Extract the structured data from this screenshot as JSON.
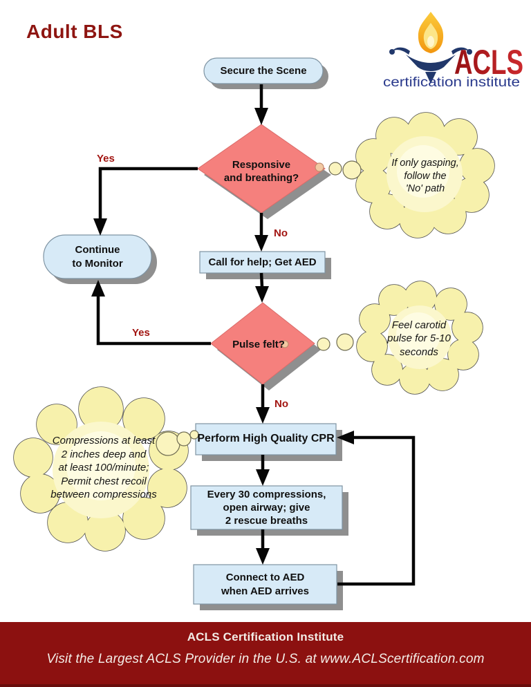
{
  "title": "Adult BLS",
  "logo": {
    "wordmark": "ACLS",
    "subtitle": "certification institute"
  },
  "nodes": {
    "secure_scene": "Secure the Scene",
    "responsive_breathing": "Responsive\nand breathing?",
    "continue_monitor": "Continue\nto Monitor",
    "call_for_help": "Call for help; Get AED",
    "pulse_felt": "Pulse felt?",
    "perform_cpr": "Perform High Quality CPR",
    "every_30": "Every 30 compressions,\nopen airway; give\n2 rescue breaths",
    "connect_aed": "Connect to AED\nwhen AED arrives"
  },
  "edge_labels": {
    "yes_responsive": "Yes",
    "no_responsive": "No",
    "yes_pulse": "Yes",
    "no_pulse": "No"
  },
  "thought_bubbles": {
    "gasping": "If only gasping,\nfollow the\n'No' path",
    "carotid": "Feel carotid\npulse for 5-10\nseconds",
    "compressions": "Compressions at least\n2 inches deep and\nat least 100/minute;\nPermit chest recoil\nbetween compressions"
  },
  "footer": {
    "line1": "ACLS Certification Institute",
    "line2": "Visit the Largest ACLS Provider in the U.S. at www.ACLScertification.com"
  },
  "colors": {
    "title_red": "#8E1511",
    "edge_label_red": "#A21511",
    "process_blue": "#D7EAF7",
    "decision_salmon": "#F5807D",
    "cloud_yellow": "#F7F1AC",
    "footer_maroon": "#8C1110",
    "shadow_gray": "#8F8F8F"
  }
}
